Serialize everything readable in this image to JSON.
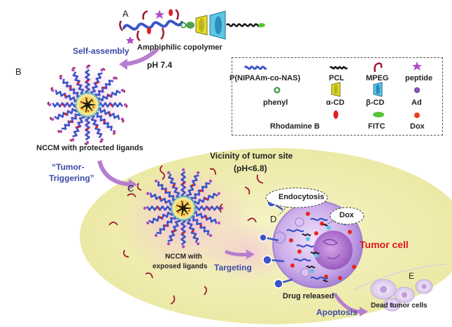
{
  "panels": {
    "a": "A",
    "b": "B",
    "c": "C",
    "d": "D",
    "e": "E"
  },
  "labels": {
    "amphiphilic_copolymer": "Amphiphilic copolymer",
    "self_assembly": "Self-assembly",
    "ph_74": "pH 7.4",
    "nccm_protected": "NCCM with protected ligands",
    "tumor_triggering_1": "“Tumor-",
    "tumor_triggering_2": "Triggering”",
    "vicinity_title": "Vicinity of tumor site",
    "vicinity_ph": "(pH<6.8)",
    "nccm_exposed_1": "NCCM with",
    "nccm_exposed_2": "exposed ligands",
    "targeting": "Targeting",
    "endocytosis": "Endocytosis",
    "dox_bubble": "Dox",
    "tumor_cell": "Tumor cell",
    "drug_released": "Drug released",
    "apoptosis": "Apoptosis",
    "dead_tumor_cells": "Dead tumor cells"
  },
  "legend": {
    "items": [
      {
        "label": "P(NIPAAm-co-NAS)",
        "icon": "blue-wave-icon"
      },
      {
        "label": "PCL",
        "icon": "black-coil-icon"
      },
      {
        "label": "MPEG",
        "icon": "red-hook-icon"
      },
      {
        "label": "peptide",
        "icon": "purple-star-icon"
      },
      {
        "label": "phenyl",
        "icon": "green-ring-icon"
      },
      {
        "label": "α-CD",
        "icon": "yellow-cone-icon"
      },
      {
        "label": "β-CD",
        "icon": "cyan-cone-icon"
      },
      {
        "label": "Ad",
        "icon": "purple-dot-icon"
      },
      {
        "label": "Rhodamine B",
        "icon": "red-oval-icon"
      },
      {
        "label": "FITC",
        "icon": "green-oval-icon"
      },
      {
        "label": "Dox",
        "icon": "orange-dot-icon"
      }
    ]
  },
  "colors": {
    "copolymer_blue": "#3b54c8",
    "mpeg_red": "#9c1830",
    "peptide_purple": "#b04cc8",
    "arrow_purple": "#b57ed0",
    "tumor_zone": "#f1efb8",
    "cell_purple": "#c7a4e6",
    "text_blue": "#3a49a8",
    "text_red": "#e0141c"
  }
}
